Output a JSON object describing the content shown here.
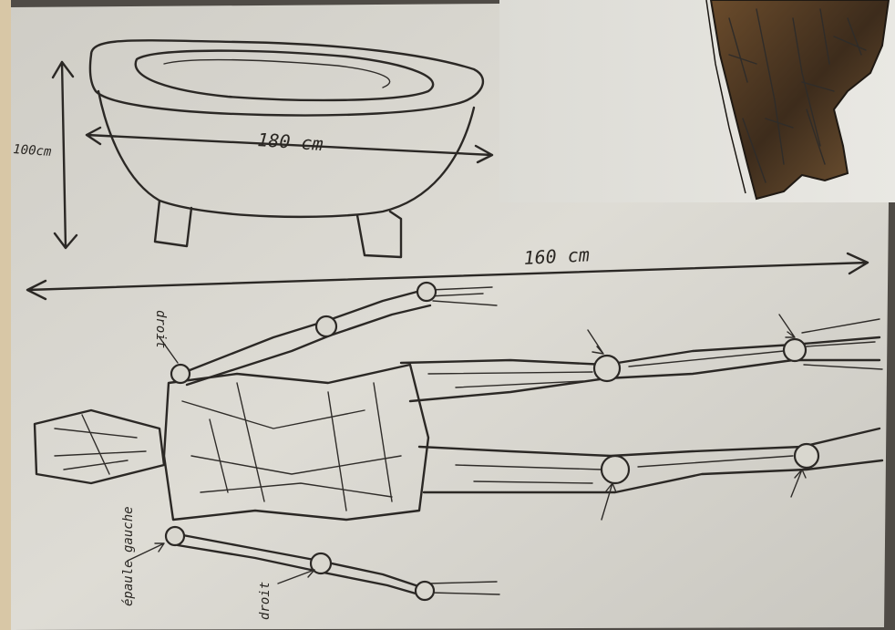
{
  "photo": {
    "bathtub_width_label": "180 cm",
    "bathtub_height_label": "100cm",
    "figure_length_label": "160 cm",
    "left_shoulder_label": "droit",
    "right_shoulder_label": "épaule gauche",
    "elbow_label": "droit"
  }
}
